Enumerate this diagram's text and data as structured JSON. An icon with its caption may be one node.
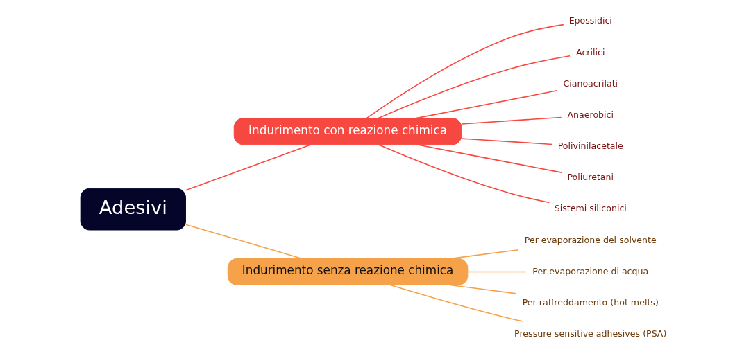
{
  "diagram": {
    "nodes": [
      {
        "text": [
          "Adesivi"
        ]
      },
      {
        "text": [
          "Indurimento con reazione chimica"
        ]
      },
      {
        "text": [
          "Indurimento senza reazione chimica"
        ]
      },
      {
        "text": [
          "Epossidici"
        ]
      },
      {
        "text": [
          "Acrilici"
        ]
      },
      {
        "text": [
          "Cianoacrilati"
        ]
      },
      {
        "text": [
          "Anaerobici"
        ]
      },
      {
        "text": [
          "Polivinilacetale"
        ]
      },
      {
        "text": [
          "Poliuretani"
        ]
      },
      {
        "text": [
          "Sistemi siliconici"
        ]
      },
      {
        "text": [
          "Per evaporazione del solvente"
        ]
      },
      {
        "text": [
          "Per evaporazione di acqua"
        ]
      },
      {
        "text": [
          "Per raffreddamento (hot melts)"
        ]
      },
      {
        "text": [
          "Pressure sensitive adhesives (PSA)"
        ]
      }
    ],
    "edges": [
      {
        "from": 0,
        "to": 1,
        "arrow": "none"
      },
      {
        "from": 0,
        "to": 2,
        "arrow": "none",
        "color": "#f5a24b"
      },
      {
        "from": 1,
        "to": 3,
        "arrow": "none"
      },
      {
        "from": 1,
        "to": 4,
        "arrow": "none"
      },
      {
        "from": 1,
        "to": 5,
        "arrow": "none"
      },
      {
        "from": 1,
        "to": 6,
        "arrow": "none"
      },
      {
        "from": 1,
        "to": 7,
        "arrow": "none"
      },
      {
        "from": 1,
        "to": 8,
        "arrow": "none"
      },
      {
        "from": 1,
        "to": 9,
        "arrow": "none"
      },
      {
        "from": 2,
        "to": 10,
        "arrow": "none",
        "color": "#f5a24b"
      },
      {
        "from": 2,
        "to": 11,
        "arrow": "none",
        "color": "#f5a24b"
      },
      {
        "from": 2,
        "to": 12,
        "arrow": "none",
        "color": "#f5a24b"
      },
      {
        "from": 2,
        "to": 13,
        "arrow": "none",
        "color": "#f5a24b"
      }
    ]
  }
}
